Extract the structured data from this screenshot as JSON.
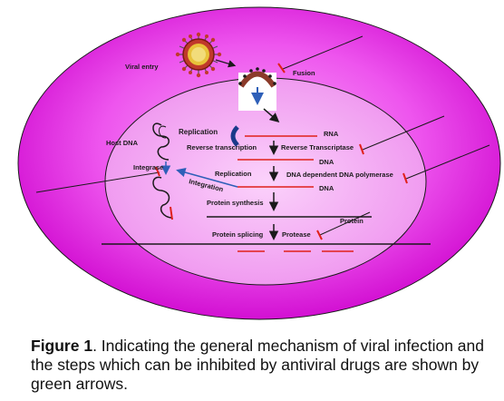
{
  "diagram": {
    "labels": {
      "viral_entry": "Viral entry",
      "fusion": "Fusion",
      "replication_top": "Replication",
      "rna": "RNA",
      "host_dna": "Host DNA",
      "reverse_transcription": "Reverse transcription",
      "reverse_transcriptase": "Reverse Transcriptase",
      "dna_1": "DNA",
      "integrase": "Integrase",
      "replication_mid": "Replication",
      "dna_dependent_polymerase": "DNA dependent DNA polymerase",
      "integration": "Integration",
      "dna_2": "DNA",
      "protein_synthesis": "Protein synthesis",
      "protein": "Protein",
      "protein_splicing": "Protein splicing",
      "protease": "Protease"
    },
    "colors": {
      "outer_cell": "#e81ce8",
      "nucleus": "#f0a2f0",
      "inhibitor": "#e0201a",
      "flow_arrow": "#1a1a1a",
      "blue_arrow": "#2e5fb8",
      "virus": "#c0392b"
    }
  },
  "caption": {
    "prefix": "Figure 1",
    "text": ". Indicating the general mechanism of viral infection and the steps which can be inhibited by antiviral drugs are shown by green arrows."
  }
}
